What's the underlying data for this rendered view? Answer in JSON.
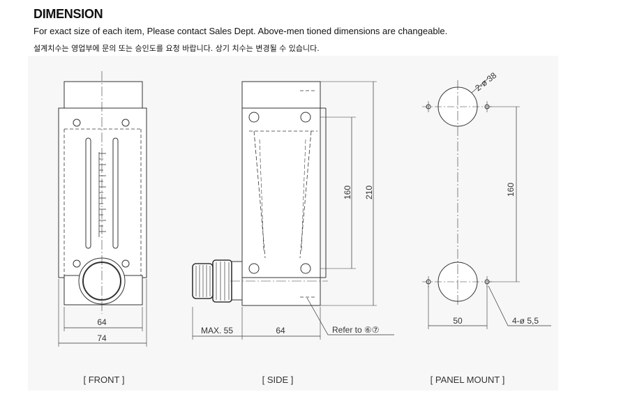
{
  "header": {
    "title": "DIMENSION",
    "line_en": "For exact size of each item, Please contact Sales Dept. Above-men tioned dimensions are changeable.",
    "line_ko": "설계치수는 영업부에 문의 또는 승인도를 요청 바랍니다. 상기 치수는 변경될 수 있습니다."
  },
  "views": {
    "front": {
      "caption": "[ FRONT ]",
      "dim_inner": "64",
      "dim_outer": "74"
    },
    "side": {
      "caption": "[ SIDE ]",
      "dim_max": "MAX. 55",
      "dim_width": "64",
      "dim_160": "160",
      "dim_210": "210",
      "refer": "Refer to ⑥⑦"
    },
    "panel": {
      "caption": "[ PANEL MOUNT ]",
      "dim_hole_big": "2-ø 38",
      "dim_160": "160",
      "dim_50": "50",
      "dim_hole_small": "4-ø 5,5"
    }
  }
}
